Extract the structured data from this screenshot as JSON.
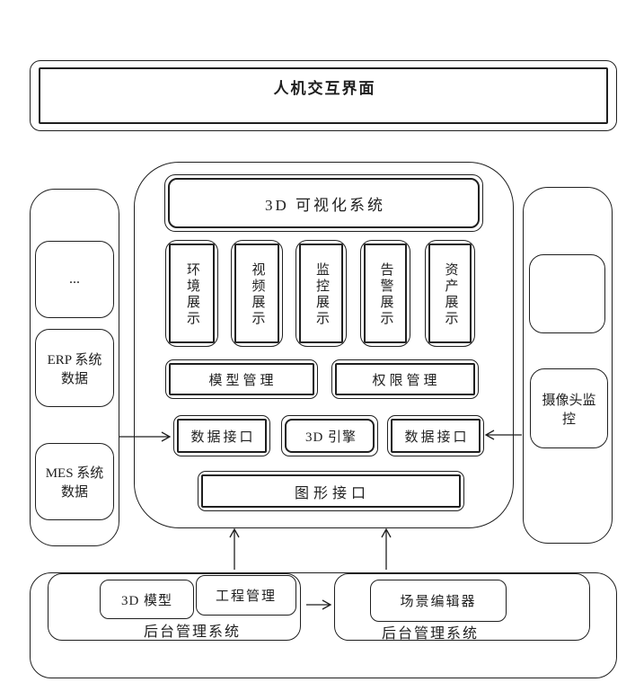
{
  "top_banner": {
    "title": "人机交互界面"
  },
  "left_panel": {
    "items": [
      {
        "label": "..."
      },
      {
        "label": "ERP 系统数据"
      },
      {
        "label": "MES 系统数据"
      }
    ]
  },
  "main_panel": {
    "title": "3D 可视化系统",
    "display_modules": [
      {
        "label": "环境展示"
      },
      {
        "label": "视频展示"
      },
      {
        "label": "监控展示"
      },
      {
        "label": "告警展示"
      },
      {
        "label": "资产展示"
      }
    ],
    "management_modules": [
      {
        "label": "模型管理"
      },
      {
        "label": "权限管理"
      }
    ],
    "interface_modules": [
      {
        "label": "数据接口"
      },
      {
        "label": "3D 引擎"
      },
      {
        "label": "数据接口"
      }
    ],
    "graphics_interface": {
      "label": "图形接口"
    }
  },
  "right_panel": {
    "items": [
      {
        "label": ""
      },
      {
        "label": "摄像头监控"
      }
    ]
  },
  "bottom_panel": {
    "groups": [
      {
        "label": "后台管理系统",
        "items": [
          {
            "label": "3D 模型"
          },
          {
            "label": "工程管理"
          }
        ]
      },
      {
        "label": "后台管理系统",
        "items": [
          {
            "label": "场景编辑器"
          }
        ]
      }
    ]
  },
  "colors": {
    "stroke": "#1f1f1f",
    "background": "#ffffff"
  }
}
